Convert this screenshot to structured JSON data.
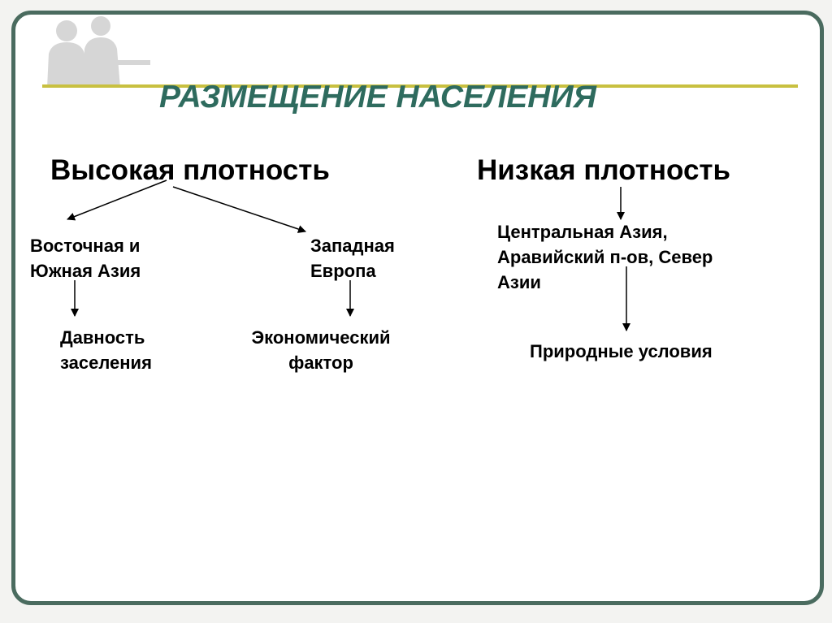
{
  "title": "РАЗМЕЩЕНИЕ НАСЕЛЕНИЯ",
  "colors": {
    "title": "#2e6b5e",
    "frame": "#4a6b5f",
    "title_rule": "#c8c040",
    "background": "#ffffff"
  },
  "high_density": {
    "heading": "Высокая плотность",
    "branches": [
      {
        "region": [
          "Восточная и",
          "Южная Азия"
        ],
        "factor": [
          "Давность",
          "заселения"
        ]
      },
      {
        "region": [
          "Западная",
          "Европа"
        ],
        "factor": [
          "Экономический",
          "фактор"
        ]
      }
    ]
  },
  "low_density": {
    "heading": "Низкая плотность",
    "region": [
      "Центральная Азия,",
      "Аравийский п-ов, Север",
      "Азии"
    ],
    "factor": "Природные условия"
  }
}
